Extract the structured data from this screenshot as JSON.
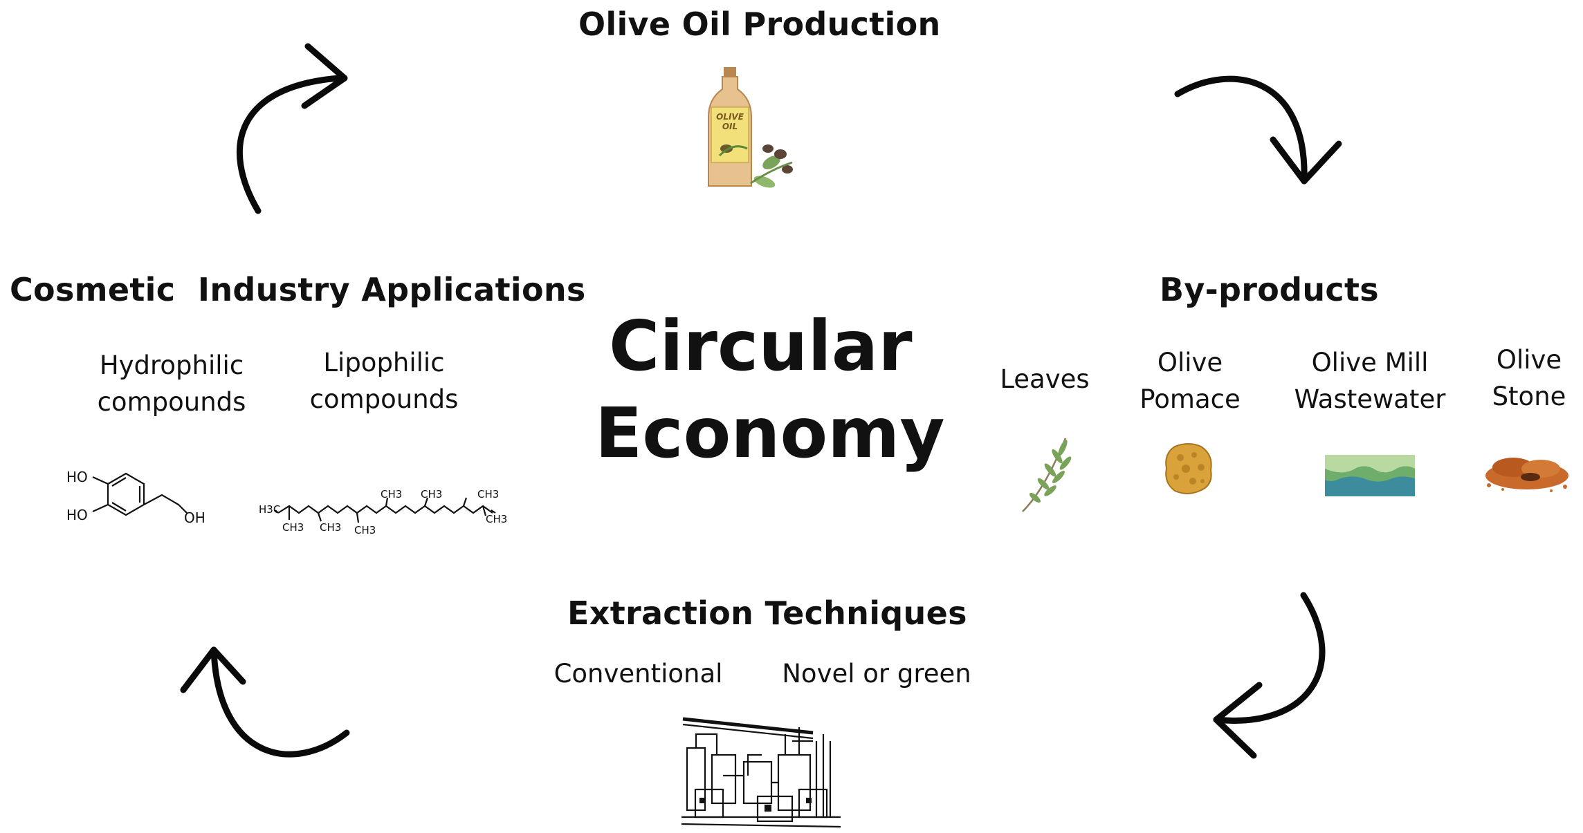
{
  "center": {
    "line1": "Circular",
    "line2": "Economy"
  },
  "top": {
    "title": "Olive Oil Production",
    "icon": "olive-oil-bottle-icon",
    "bottle_label_1": "OLIVE",
    "bottle_label_2": "OIL"
  },
  "right": {
    "title": "By-products",
    "items": [
      {
        "label_1": "Leaves",
        "label_2": "",
        "icon": "olive-leaves-icon"
      },
      {
        "label_1": "Olive",
        "label_2": "Pomace",
        "icon": "olive-pomace-icon"
      },
      {
        "label_1": "Olive Mill",
        "label_2": "Wastewater",
        "icon": "wastewater-icon"
      },
      {
        "label_1": "Olive",
        "label_2": "Stone",
        "icon": "olive-stone-icon"
      }
    ]
  },
  "bottom": {
    "title": "Extraction Techniques",
    "methods": [
      "Conventional",
      "Novel or green"
    ],
    "icon": "extraction-plant-icon"
  },
  "left": {
    "title": "Cosmetic  Industry Applications",
    "groups": [
      {
        "line1": "Hydrophilic",
        "line2": "compounds",
        "icon": "hydroxytyrosol-structure"
      },
      {
        "line1": "Lipophilic",
        "line2": "compounds",
        "icon": "squalene-structure"
      }
    ],
    "chem": {
      "ho_top": "HO",
      "ho_bottom": "HO",
      "oh": "OH",
      "h3c": "H3C",
      "ch3": "CH3"
    }
  },
  "colors": {
    "text": "#111111",
    "arrow": "#0a0a0a",
    "bottle": "#e7c18e",
    "leaf": "#7aa35a",
    "pomace": "#d9a23a",
    "water_top": "#8fc07a",
    "water_bottom": "#3c8c9e",
    "stone": "#c9692a"
  }
}
